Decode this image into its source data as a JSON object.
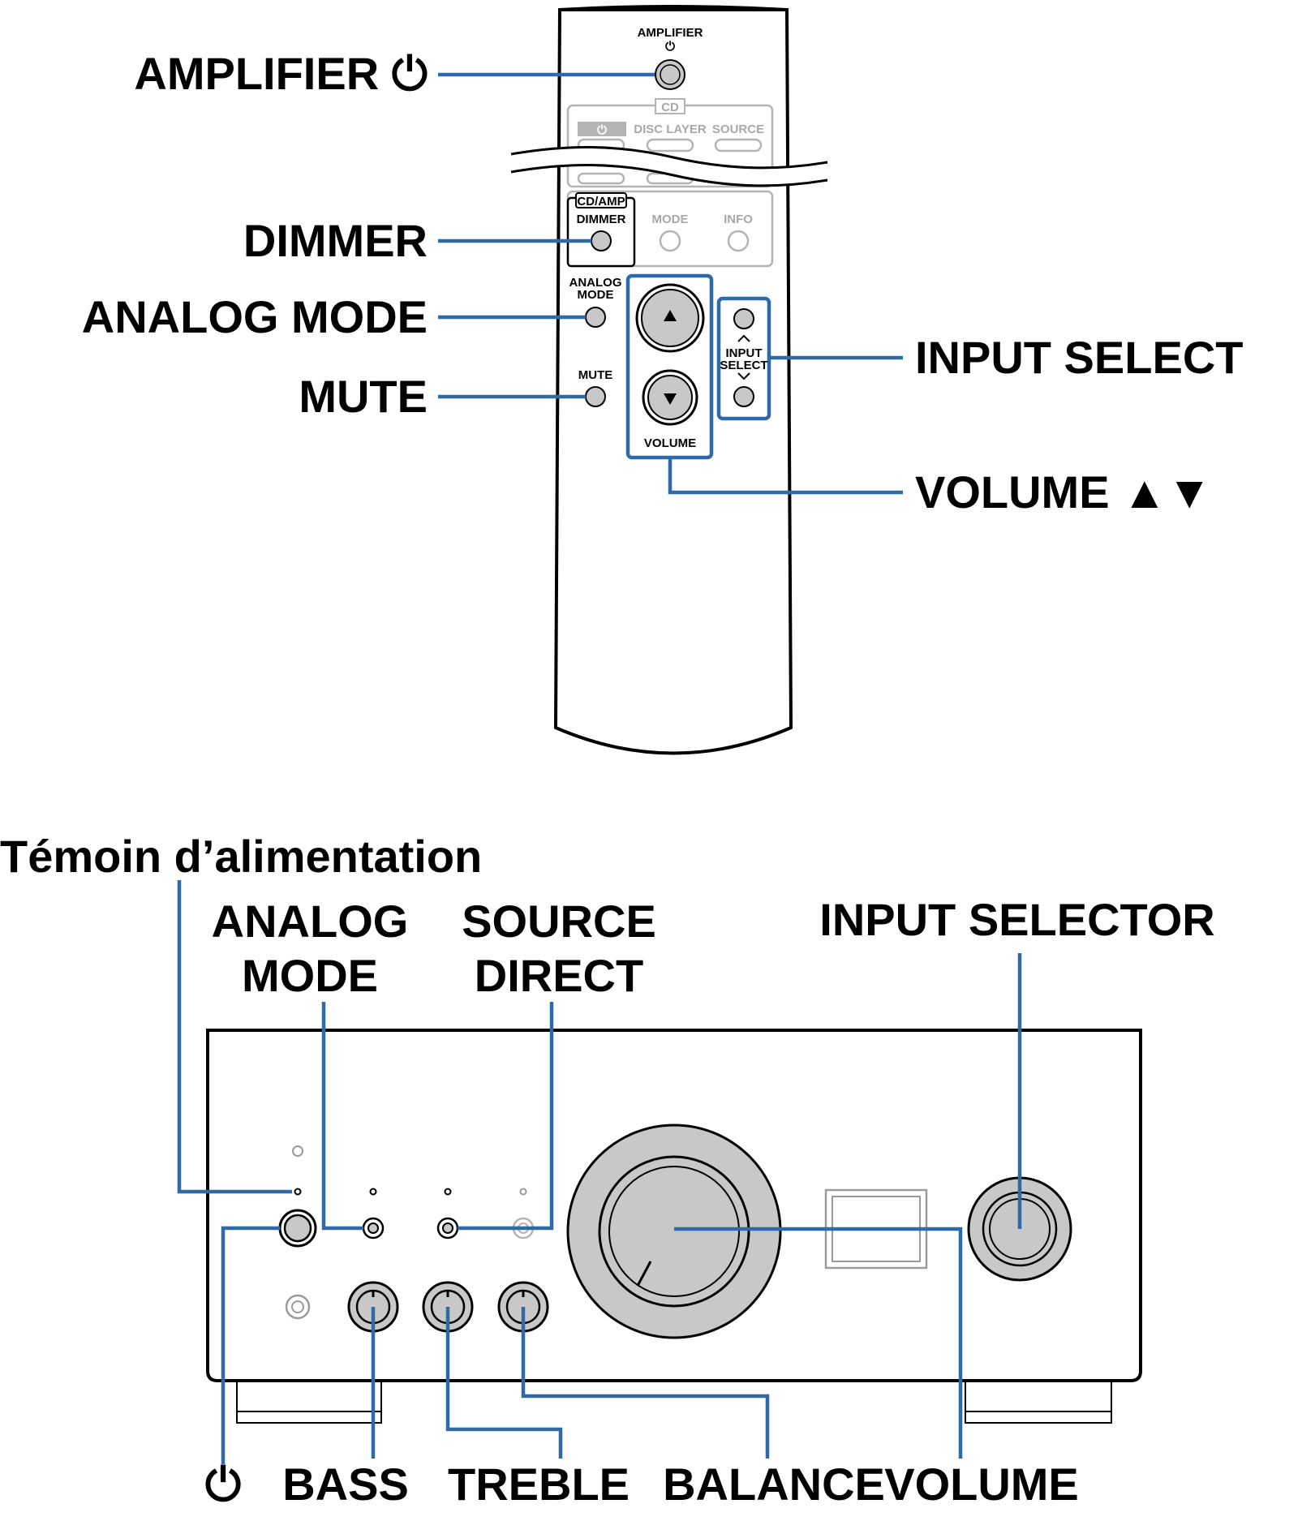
{
  "remote": {
    "amplifier_label": "AMPLIFIER",
    "power_symbol": "⏻",
    "cd_tag": "CD",
    "disc_layer": "DISC LAYER",
    "source": "SOURCE",
    "cd_amp_tag": "CD/AMP",
    "dimmer": "DIMMER",
    "mode": "MODE",
    "info": "INFO",
    "analog_mode_line1": "ANALOG",
    "analog_mode_line2": "MODE",
    "mute": "MUTE",
    "volume": "VOLUME",
    "input_select_line1": "INPUT",
    "input_select_line2": "SELECT"
  },
  "remote_callouts": {
    "amplifier": "AMPLIFIER ⏻",
    "dimmer": "DIMMER",
    "analog_mode": "ANALOG MODE",
    "mute": "MUTE",
    "input_select": "INPUT SELECT",
    "volume": "VOLUME ▲▼"
  },
  "panel_callouts": {
    "power_indicator": "Témoin d’alimentation",
    "analog_mode_line1": "ANALOG",
    "analog_mode_line2": "MODE",
    "source_direct_line1": "SOURCE",
    "source_direct_line2": "DIRECT",
    "input_selector": "INPUT SELECTOR",
    "power": "⏻",
    "bass": "BASS",
    "treble": "TREBLE",
    "balance": "BALANCE",
    "volume": "VOLUME"
  },
  "colors": {
    "leader_line": "#2e6aa8",
    "button_fill": "#c8c8c8",
    "inactive_gray": "#a8a8a8"
  }
}
